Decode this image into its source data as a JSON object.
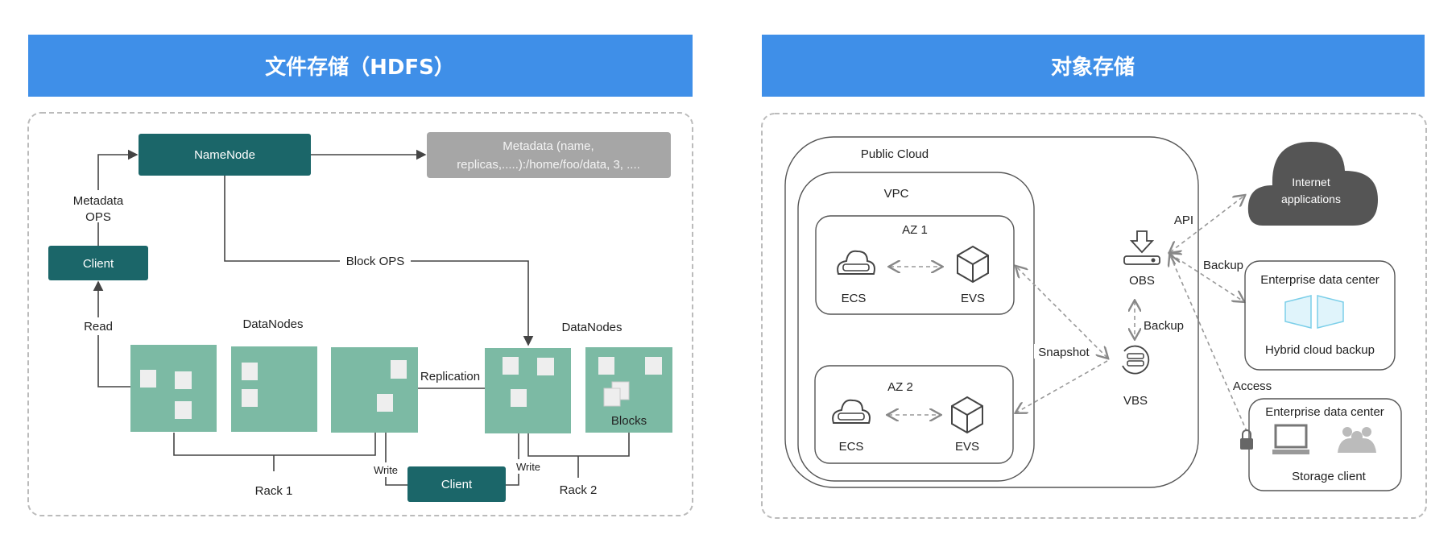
{
  "left": {
    "title": "文件存储（HDFS）",
    "namenode": "NameNode",
    "metadata_line1": "Metadata (name,",
    "metadata_line2": "replicas,.....):/home/foo/data, 3, ....",
    "metadata_ops_1": "Metadata",
    "metadata_ops_2": "OPS",
    "client_top": "Client",
    "block_ops": "Block OPS",
    "read": "Read",
    "datanodes_rack1": "DataNodes",
    "datanodes_rack2": "DataNodes",
    "replication": "Replication",
    "blocks": "Blocks",
    "rack1": "Rack 1",
    "rack2": "Rack 2",
    "write_left": "Write",
    "write_right": "Write",
    "client_bottom": "Client"
  },
  "right": {
    "title": "对象存储",
    "public_cloud": "Public Cloud",
    "vpc": "VPC",
    "az1": {
      "label": "AZ 1",
      "ecs": "ECS",
      "evs": "EVS"
    },
    "az2": {
      "label": "AZ 2",
      "ecs": "ECS",
      "evs": "EVS"
    },
    "snapshot": "Snapshot",
    "obs": "OBS",
    "vbs": "VBS",
    "backup_vertical": "Backup",
    "api": "API",
    "backup_right": "Backup",
    "access": "Access",
    "internet_1": "Internet",
    "internet_2": "applications",
    "dc1": {
      "title": "Enterprise data center",
      "caption": "Hybrid cloud backup"
    },
    "dc2": {
      "title": "Enterprise data center",
      "caption": "Storage client"
    }
  },
  "colors": {
    "banner": "#3f8fe8",
    "teal_node": "#1b6669",
    "datanode": "#7cbaa4",
    "metadata_box": "#a6a6a6",
    "internet_cloud": "#555555"
  }
}
